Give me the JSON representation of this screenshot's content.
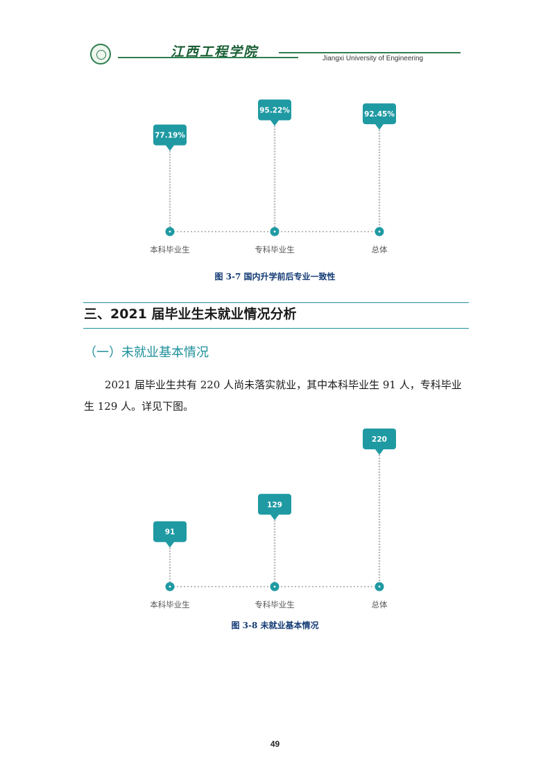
{
  "header": {
    "cn_name": "江西工程学院",
    "en_name": "Jiangxi University of Engineering"
  },
  "figure1": {
    "caption": "图 3-7  国内升学前后专业一致性"
  },
  "section": {
    "heading": "三、2021 届毕业生未就业情况分析",
    "subheading": "（一）未就业基本情况",
    "paragraph": "2021 届毕业生共有 220 人尚未落实就业，其中本科毕业生 91 人，专科毕业生 129 人。详见下图。"
  },
  "figure2": {
    "caption": "图 3-8  未就业基本情况"
  },
  "page_number": "49",
  "colors": {
    "accent": "#1f9aa3",
    "dots": "#b9b9b9",
    "header_green": "#2e7d4f"
  },
  "chart_data": [
    {
      "type": "bar",
      "categories": [
        "本科毕业生",
        "专科毕业生",
        "总体"
      ],
      "values": [
        77.19,
        95.22,
        92.45
      ],
      "labels": [
        "77.19%",
        "95.22%",
        "92.45%"
      ],
      "ylim": [
        0,
        100
      ],
      "grid": false
    },
    {
      "type": "bar",
      "categories": [
        "本科毕业生",
        "专科毕业生",
        "总体"
      ],
      "values": [
        91,
        129,
        220
      ],
      "labels": [
        "91",
        "129",
        "220"
      ],
      "ylim": [
        0,
        220
      ],
      "grid": false
    }
  ]
}
